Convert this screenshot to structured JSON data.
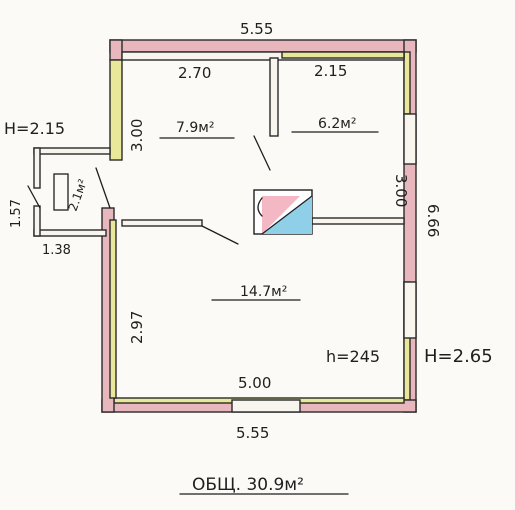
{
  "dimensions": {
    "top_outer": "5.55",
    "top_left_room": "2.70",
    "top_right_room": "2.15",
    "left_upper": "3.00",
    "right_upper": "3.00",
    "right_total": "6.66",
    "left_lower": "2.97",
    "bottom_inner": "5.00",
    "bottom_outer": "5.55",
    "porch_height": "1.57",
    "porch_width": "1.38"
  },
  "heights": {
    "porch": "H=2.15",
    "inner": "h=245",
    "outer": "H=2.65"
  },
  "areas": {
    "room_top_left": "7.9м²",
    "room_top_right": "6.2м²",
    "room_main": "14.7м²",
    "porch": "2.1м²"
  },
  "total": "ОБЩ. 30.9м²",
  "colors": {
    "wall_pink": "#e8b7bd",
    "wall_yellow": "#e9e79a",
    "stove_blue": "#8fd0e8",
    "stove_pink": "#f3b8c3",
    "ink": "#1f1f1f"
  }
}
